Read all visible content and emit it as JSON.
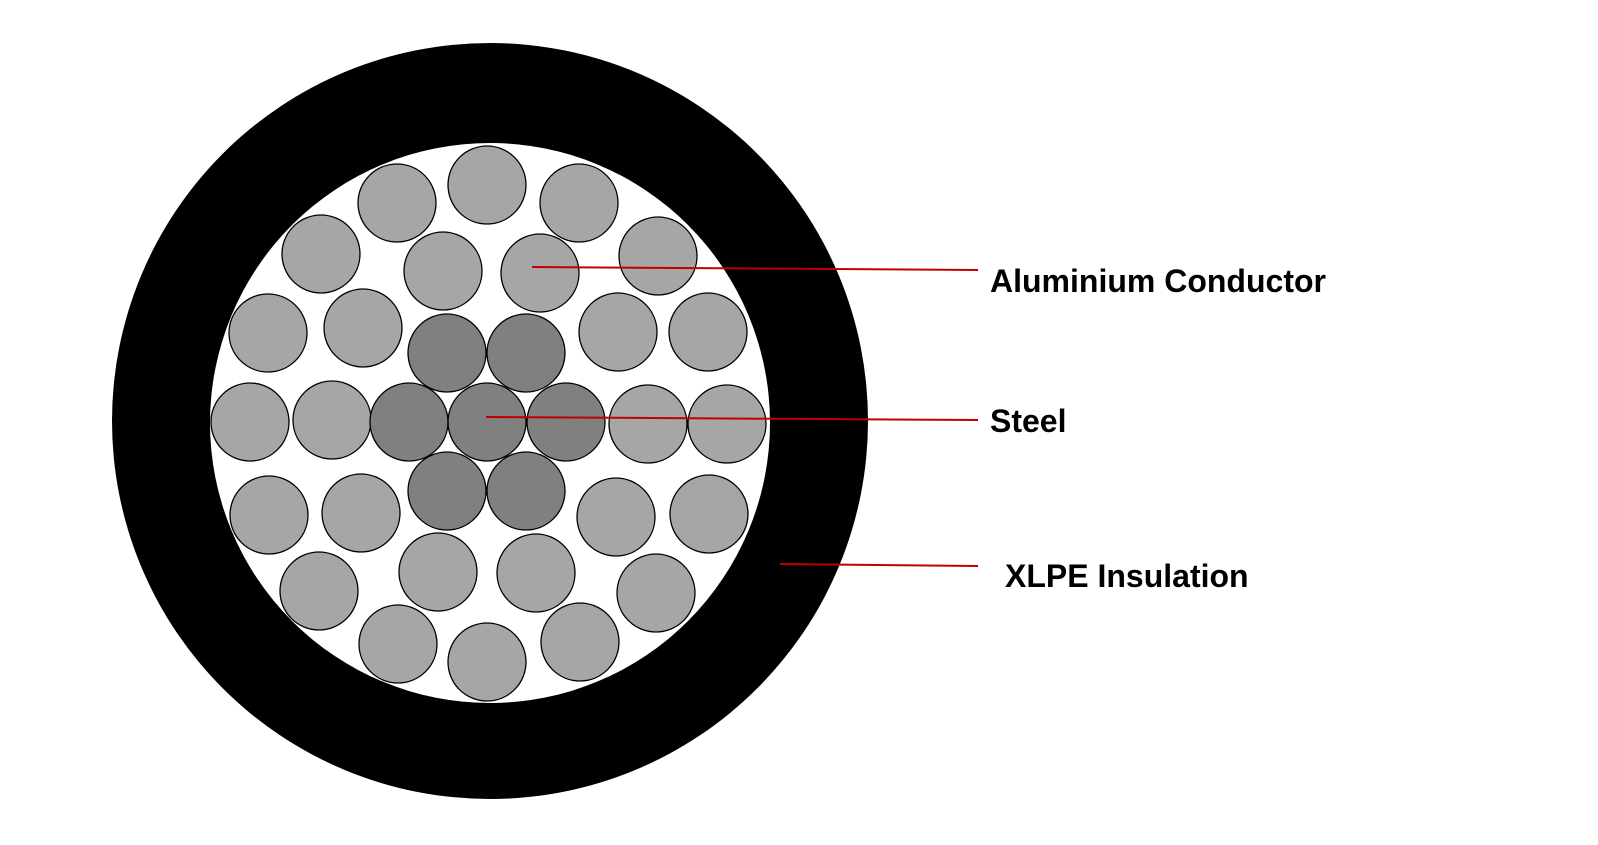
{
  "colors": {
    "insulation": "#000000",
    "core_background": "#ffffff",
    "aluminium_strand": "#a6a6a6",
    "steel_strand": "#808080",
    "leader_line": "#c00000"
  },
  "labels": {
    "aluminium": "Aluminium Conductor",
    "steel": "Steel",
    "insulation": "XLPE Insulation"
  }
}
